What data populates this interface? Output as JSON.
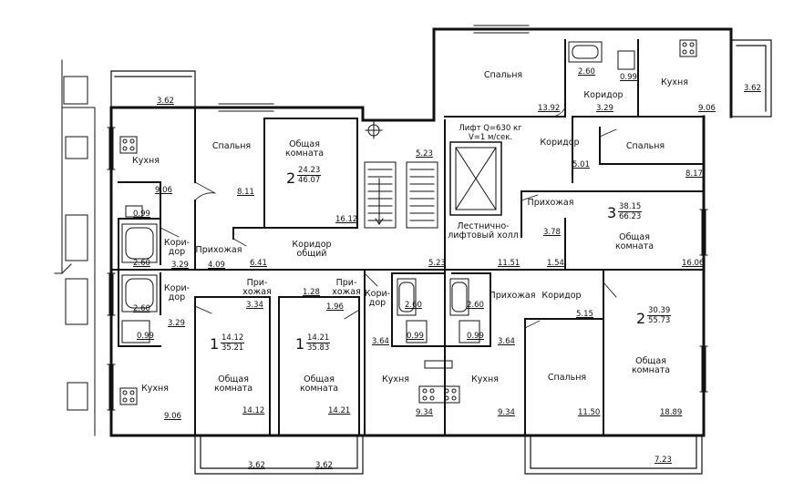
{
  "rooms": {
    "spalnya": "Спальня",
    "kuhnya": "Кухня",
    "koridor": "Коридор",
    "prihozhaya": "Прихожая",
    "obshaya_komnata": "Общая\nкомната",
    "koridor_obshiy": "Коридор\nобщий",
    "lest_hall": "Лестнично-\nлифтовый холл",
    "kori_dor": "Кори-\nдор",
    "prihozhaya_split": "При-\nхожая"
  },
  "lift_note": "Лифт Q=630 кг\nV=1 м/сек.",
  "apartments": [
    {
      "rooms": "2",
      "living": "24.23",
      "total": "46.07"
    },
    {
      "rooms": "3",
      "living": "38.15",
      "total": "66.23"
    },
    {
      "rooms": "1",
      "living": "14.12",
      "total": "35.21"
    },
    {
      "rooms": "1",
      "living": "14.21",
      "total": "35.83"
    },
    {
      "rooms": "2",
      "living": "30.39",
      "total": "55.73"
    }
  ],
  "areas": {
    "a_3_62_top": "3.62",
    "a_8_11": "8.11",
    "a_16_12": "16.12",
    "a_5_23_stair": "5.23",
    "a_9_06_l": "9.06",
    "a_0_99_l": "0.99",
    "a_2_60_l": "2.60",
    "a_3_29_l": "3.29",
    "a_4_09": "4.09",
    "a_6_41": "6.41",
    "a_13_92": "13.92",
    "a_2_60_tr": "2.60",
    "a_0_99_tr": "0.99",
    "a_3_29_tr": "3.29",
    "a_9_06_tr": "9.06",
    "a_3_62_r": "3.62",
    "a_5_01": "5.01",
    "a_8_17": "8.17",
    "a_3_78": "3.78",
    "a_1_54": "1.54",
    "a_16_06": "16.06",
    "a_5_23_mid": "5.23",
    "a_11_51": "11.51",
    "a_2_60_bl": "2.60",
    "a_3_29_bl": "3.29",
    "a_0_99_bl": "0.99",
    "a_9_06_bl": "9.06",
    "a_3_34": "3.34",
    "a_1_28": "1.28",
    "a_1_96": "1.96",
    "a_14_12": "14.12",
    "a_14_21": "14.21",
    "a_3_62_b1": "3,62",
    "a_3_62_b2": "3,62",
    "a_2_60_m1": "2.60",
    "a_2_60_m2": "2.60",
    "a_0_99_m1": "0.99",
    "a_0_99_m2": "0.99",
    "a_3_64_a": "3.64",
    "a_3_64_b": "3.64",
    "a_9_34_a": "9.34",
    "a_9_34_b": "9.34",
    "a_5_15": "5.15",
    "a_11_50": "11.50",
    "a_18_89": "18.89",
    "a_7_23": "7.23"
  }
}
